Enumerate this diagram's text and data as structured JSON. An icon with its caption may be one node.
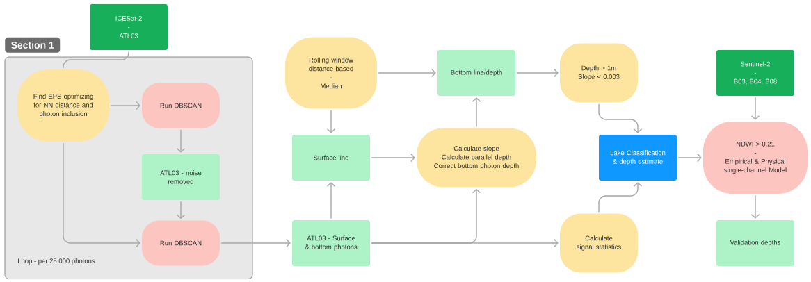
{
  "diagram": {
    "nodes": [
      {
        "text": [
          "ICESat-2",
          "-",
          "ATL03"
        ]
      },
      {
        "text": [
          "Section 1",
          "Loop - per 25 000 photons"
        ]
      },
      {
        "text": [
          "Find EPS optimizing for NN distance and photon inclusion"
        ],
        "in": 1
      },
      {
        "text": [
          "Run DBSCAN"
        ],
        "in": 1
      },
      {
        "text": [
          "ATL03 - noise removed"
        ],
        "in": 1
      },
      {
        "text": [
          "Run DBSCAN"
        ],
        "in": 1
      },
      {
        "text": [
          "Rolling window distance based",
          "-",
          "Median"
        ]
      },
      {
        "text": [
          "Surface line"
        ]
      },
      {
        "text": [
          "ATL03 - Surface & bottom photons"
        ]
      },
      {
        "text": [
          "Bottom line/depth"
        ]
      },
      {
        "text": [
          "Calculate slope",
          "Calculate parallel depth",
          "Correct bottom photon depth"
        ]
      },
      {
        "text": [
          "Depth > 1m",
          "Slope < 0.003"
        ]
      },
      {
        "text": [
          "Calculate signal statistics"
        ]
      },
      {
        "text": [
          "Lake Classification & depth estimate"
        ]
      },
      {
        "text": [
          "Sentinel-2",
          "-",
          "B03, B04, B08"
        ]
      },
      {
        "text": [
          "NDWI > 0.21",
          "-",
          "Empirical & Physical single-channel Model"
        ]
      },
      {
        "text": [
          "Validation depths"
        ]
      }
    ],
    "edges": [
      {
        "from": 0,
        "to": 2,
        "arrow": "none"
      },
      {
        "from": 2,
        "to": 3,
        "arrow": "to"
      },
      {
        "from": 3,
        "to": 4,
        "arrow": "to"
      },
      {
        "from": 4,
        "to": 5,
        "arrow": "to"
      },
      {
        "from": 2,
        "to": 5,
        "arrow": "to"
      },
      {
        "from": 5,
        "to": 8,
        "arrow": "to"
      },
      {
        "from": 8,
        "to": 7,
        "arrow": "to"
      },
      {
        "from": 6,
        "to": 7,
        "arrow": "to"
      },
      {
        "from": 7,
        "to": 10,
        "arrow": "to"
      },
      {
        "from": 8,
        "to": 10,
        "arrow": "to"
      },
      {
        "from": 8,
        "to": 12,
        "arrow": "to"
      },
      {
        "from": 6,
        "to": 9,
        "arrow": "to"
      },
      {
        "from": 10,
        "to": 9,
        "arrow": "to"
      },
      {
        "from": 9,
        "to": 11,
        "arrow": "to"
      },
      {
        "from": 11,
        "to": 13,
        "arrow": "to"
      },
      {
        "from": 12,
        "to": 13,
        "arrow": "to"
      },
      {
        "from": 13,
        "to": 15,
        "arrow": "to"
      },
      {
        "from": 14,
        "to": 15,
        "arrow": "to"
      },
      {
        "from": 15,
        "to": 16,
        "arrow": "to"
      }
    ]
  }
}
